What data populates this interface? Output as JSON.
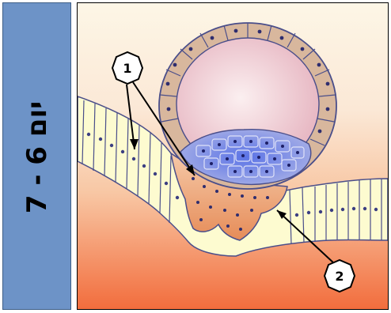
{
  "sidebar": {
    "label": "יום 6 - 7",
    "color": "#6d93c7"
  },
  "diagram": {
    "labels": {
      "marker_1": "1",
      "marker_2": "2"
    },
    "colors": {
      "background": "#fdf6e6",
      "tissue_bottom": "#f26d3d",
      "epithelium": "#fdfbd0",
      "trophoblast": "#d8b79d",
      "cavity": "#ecc6cf",
      "inner_cell_mass": "#7a86d8",
      "syncytium": "#eaa172",
      "outline": "#4a4e8a"
    }
  }
}
